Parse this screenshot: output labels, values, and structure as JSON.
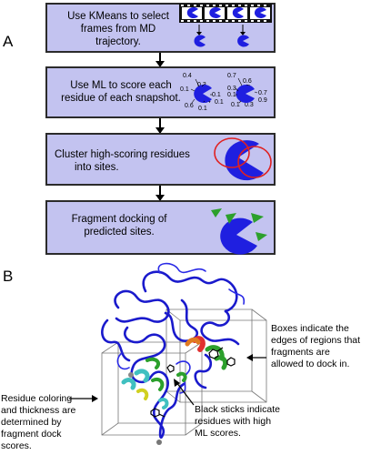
{
  "panel_a": {
    "label": "A",
    "steps": [
      {
        "line1": "Use KMeans to select",
        "line2": "frames from MD",
        "line3": "trajectory."
      },
      {
        "line1": "Use ML to score each",
        "line2": "residue of each snapshot."
      },
      {
        "line1": "Cluster high-scoring residues",
        "line2": "into sites."
      },
      {
        "line1": "Fragment docking of",
        "line2": "predicted sites."
      }
    ],
    "scores_left": [
      "0.4",
      "0.3",
      "0.1",
      "0.1",
      "0.1",
      "0.4",
      "0.6",
      "0.1"
    ],
    "scores_right": [
      "0.7",
      "0.6",
      "0.3",
      "0.1",
      "0.7",
      "0.9",
      "0.1",
      "0.3"
    ]
  },
  "panel_b": {
    "label": "B",
    "annotation_boxes": [
      "Boxes indicate the",
      "edges of regions that",
      "fragments are",
      "allowed to dock in."
    ],
    "annotation_sticks": [
      "Black sticks indicate",
      "residues with high",
      "ML scores."
    ],
    "annotation_coloring": [
      "Residue coloring",
      "and thickness are",
      "determined by",
      "fragment dock",
      "scores."
    ]
  },
  "colors": {
    "box_fill": "#c3c3f0",
    "pacman": "#1f1fe0",
    "ribbon": "#1a1acc",
    "cluster_ring": "#e02020",
    "fragment": "#2ca02c"
  }
}
